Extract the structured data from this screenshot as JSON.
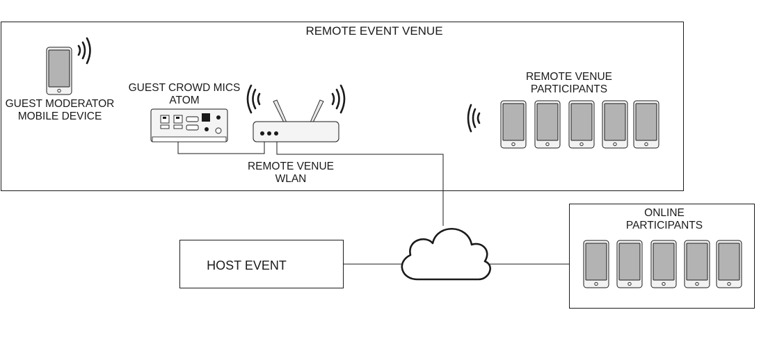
{
  "colors": {
    "stroke": "#1a1a1a",
    "phone_screen": "#b3b3b3",
    "phone_body": "#f2f2f2",
    "device_body": "#f4f4f4",
    "background": "#ffffff"
  },
  "icons": [
    "smartphone-icon",
    "wireless-signal-icon",
    "wifi-router-icon",
    "atom-device-icon",
    "cloud-icon"
  ],
  "venue": {
    "title": "REMOTE EVENT VENUE",
    "moderator_label": [
      "GUEST MODERATOR",
      "MOBILE DEVICE"
    ],
    "atom_label": [
      "GUEST CROWD MICS",
      "ATOM"
    ],
    "wlan_label": [
      "REMOTE VENUE",
      "WLAN"
    ],
    "participants_label": [
      "REMOTE VENUE",
      "PARTICIPANTS"
    ]
  },
  "host": {
    "label": "HOST EVENT"
  },
  "online": {
    "label": [
      "ONLINE",
      "PARTICIPANTS"
    ]
  }
}
